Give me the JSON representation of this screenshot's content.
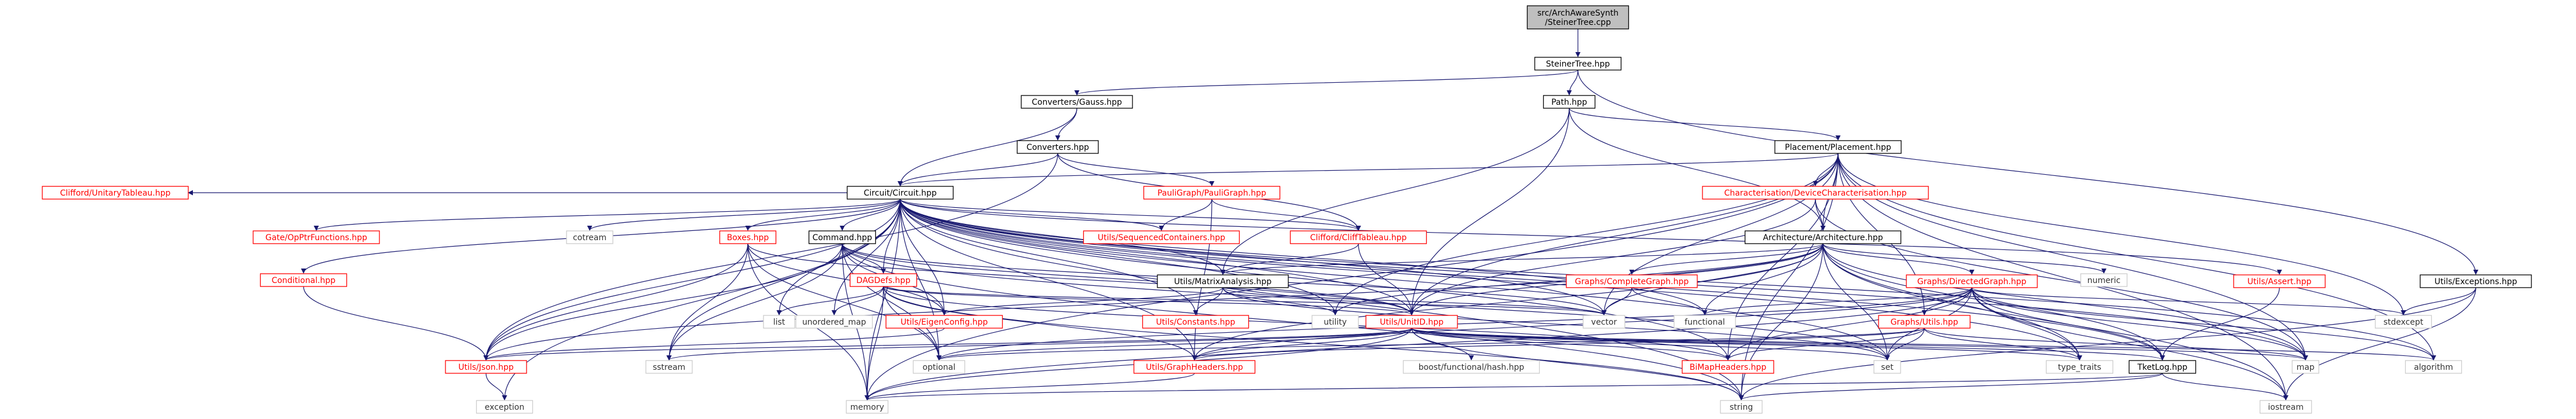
{
  "colors": {
    "edge": "#191970",
    "root_fill": "#bfbfbf",
    "root_text": "#000000",
    "box_stroke_normal": "#000000",
    "box_stroke_truncated": "#ff0000",
    "text_normal": "#000000",
    "text_truncated": "#ff0000",
    "text_external": "#333333"
  },
  "nodes": [
    {
      "id": "root",
      "kind": "root",
      "label": [
        "src/ArchAwareSynth",
        "/SteinerTree.cpp"
      ]
    },
    {
      "id": "steiner_hpp",
      "kind": "normal",
      "label": [
        "SteinerTree.hpp"
      ]
    },
    {
      "id": "gauss",
      "kind": "normal",
      "label": [
        "Converters/Gauss.hpp"
      ]
    },
    {
      "id": "path",
      "kind": "normal",
      "label": [
        "Path.hpp"
      ]
    },
    {
      "id": "converters",
      "kind": "normal",
      "label": [
        "Converters.hpp"
      ]
    },
    {
      "id": "placement",
      "kind": "normal",
      "label": [
        "Placement/Placement.hpp"
      ]
    },
    {
      "id": "unitary",
      "kind": "truncated",
      "label": [
        "Clifford/UnitaryTableau.hpp"
      ]
    },
    {
      "id": "circuit",
      "kind": "normal",
      "label": [
        "Circuit/Circuit.hpp"
      ]
    },
    {
      "id": "pauligraph",
      "kind": "truncated",
      "label": [
        "PauliGraph/PauliGraph.hpp"
      ]
    },
    {
      "id": "characterisation",
      "kind": "truncated",
      "label": [
        "Characterisation/DeviceCharacterisation.hpp"
      ]
    },
    {
      "id": "gate_op",
      "kind": "truncated",
      "label": [
        "Gate/OpPtrFunctions.hpp"
      ]
    },
    {
      "id": "seqcont",
      "kind": "truncated",
      "label": [
        "Utils/SequencedContainers.hpp"
      ]
    },
    {
      "id": "cliff",
      "kind": "truncated",
      "label": [
        "Clifford/CliffTableau.hpp"
      ]
    },
    {
      "id": "architecture",
      "kind": "normal",
      "label": [
        "Architecture/Architecture.hpp"
      ]
    },
    {
      "id": "boxes",
      "kind": "truncated",
      "label": [
        "Boxes.hpp"
      ]
    },
    {
      "id": "command",
      "kind": "normal",
      "label": [
        "Command.hpp"
      ]
    },
    {
      "id": "cotream",
      "kind": "external",
      "label": [
        "cotream"
      ]
    },
    {
      "id": "conditional",
      "kind": "truncated",
      "label": [
        "Conditional.hpp"
      ]
    },
    {
      "id": "dagdefs",
      "kind": "truncated",
      "label": [
        "DAGDefs.hpp"
      ]
    },
    {
      "id": "matrix",
      "kind": "normal",
      "label": [
        "Utils/MatrixAnalysis.hpp"
      ]
    },
    {
      "id": "completegraph",
      "kind": "truncated",
      "label": [
        "Graphs/CompleteGraph.hpp"
      ]
    },
    {
      "id": "directedgraph",
      "kind": "truncated",
      "label": [
        "Graphs/DirectedGraph.hpp"
      ]
    },
    {
      "id": "numeric",
      "kind": "external",
      "label": [
        "numeric"
      ]
    },
    {
      "id": "assert",
      "kind": "truncated",
      "label": [
        "Utils/Assert.hpp"
      ]
    },
    {
      "id": "exceptions",
      "kind": "normal",
      "label": [
        "Utils/Exceptions.hpp"
      ]
    },
    {
      "id": "list",
      "kind": "external",
      "label": [
        "list"
      ]
    },
    {
      "id": "unordered_map",
      "kind": "external",
      "label": [
        "unordered_map"
      ]
    },
    {
      "id": "eigenconfig",
      "kind": "truncated",
      "label": [
        "Utils/EigenConfig.hpp"
      ]
    },
    {
      "id": "constants",
      "kind": "truncated",
      "label": [
        "Utils/Constants.hpp"
      ]
    },
    {
      "id": "utility",
      "kind": "external",
      "label": [
        "utility"
      ]
    },
    {
      "id": "unitid",
      "kind": "truncated",
      "label": [
        "Utils/UnitID.hpp"
      ]
    },
    {
      "id": "vector",
      "kind": "external",
      "label": [
        "vector"
      ]
    },
    {
      "id": "functional",
      "kind": "external",
      "label": [
        "functional"
      ]
    },
    {
      "id": "graphutils",
      "kind": "truncated",
      "label": [
        "Graphs/Utils.hpp"
      ]
    },
    {
      "id": "stdexcept",
      "kind": "external",
      "label": [
        "stdexcept"
      ]
    },
    {
      "id": "json",
      "kind": "truncated",
      "label": [
        "Utils/Json.hpp"
      ]
    },
    {
      "id": "sstream",
      "kind": "external",
      "label": [
        "sstream"
      ]
    },
    {
      "id": "optional",
      "kind": "external",
      "label": [
        "optional"
      ]
    },
    {
      "id": "graphheaders",
      "kind": "truncated",
      "label": [
        "Utils/GraphHeaders.hpp"
      ]
    },
    {
      "id": "boostfunc",
      "kind": "external",
      "label": [
        "boost/functional/hash.hpp"
      ]
    },
    {
      "id": "bimap",
      "kind": "truncated",
      "label": [
        "BiMapHeaders.hpp"
      ]
    },
    {
      "id": "set",
      "kind": "external",
      "label": [
        "set"
      ]
    },
    {
      "id": "tketlog",
      "kind": "normal",
      "label": [
        "TketLog.hpp"
      ]
    },
    {
      "id": "type_traits",
      "kind": "external",
      "label": [
        "type_traits"
      ]
    },
    {
      "id": "map",
      "kind": "external",
      "label": [
        "map"
      ]
    },
    {
      "id": "algorithm",
      "kind": "external",
      "label": [
        "algorithm"
      ]
    },
    {
      "id": "exception",
      "kind": "external",
      "label": [
        "exception"
      ]
    },
    {
      "id": "memory",
      "kind": "external",
      "label": [
        "memory"
      ]
    },
    {
      "id": "string",
      "kind": "external",
      "label": [
        "string"
      ]
    },
    {
      "id": "iostream",
      "kind": "external",
      "label": [
        "iostream"
      ]
    }
  ],
  "edges": [
    [
      "root",
      "steiner_hpp"
    ],
    [
      "steiner_hpp",
      "gauss"
    ],
    [
      "steiner_hpp",
      "path"
    ],
    [
      "steiner_hpp",
      "exceptions"
    ],
    [
      "gauss",
      "converters"
    ],
    [
      "gauss",
      "circuit"
    ],
    [
      "path",
      "placement"
    ],
    [
      "path",
      "architecture"
    ],
    [
      "path",
      "unitid"
    ],
    [
      "path",
      "matrix"
    ],
    [
      "converters",
      "circuit"
    ],
    [
      "converters",
      "pauligraph"
    ],
    [
      "converters",
      "cliff"
    ],
    [
      "converters",
      "json"
    ],
    [
      "placement",
      "circuit"
    ],
    [
      "placement",
      "characterisation"
    ],
    [
      "placement",
      "architecture"
    ],
    [
      "placement",
      "unitid"
    ],
    [
      "placement",
      "bimap"
    ],
    [
      "placement",
      "map"
    ],
    [
      "placement",
      "algorithm"
    ],
    [
      "placement",
      "stdexcept"
    ],
    [
      "placement",
      "string"
    ],
    [
      "placement",
      "iostream"
    ],
    [
      "placement",
      "graphutils"
    ],
    [
      "placement",
      "utility"
    ],
    [
      "placement",
      "vector"
    ],
    [
      "placement",
      "memory"
    ],
    [
      "circuit",
      "unitary"
    ],
    [
      "circuit",
      "gate_op"
    ],
    [
      "circuit",
      "seqcont"
    ],
    [
      "circuit",
      "cliff"
    ],
    [
      "circuit",
      "boxes"
    ],
    [
      "circuit",
      "command"
    ],
    [
      "circuit",
      "cotream"
    ],
    [
      "circuit",
      "conditional"
    ],
    [
      "circuit",
      "dagdefs"
    ],
    [
      "circuit",
      "matrix"
    ],
    [
      "circuit",
      "assert"
    ],
    [
      "circuit",
      "json"
    ],
    [
      "circuit",
      "list"
    ],
    [
      "circuit",
      "unordered_map"
    ],
    [
      "circuit",
      "eigenconfig"
    ],
    [
      "circuit",
      "constants"
    ],
    [
      "circuit",
      "utility"
    ],
    [
      "circuit",
      "unitid"
    ],
    [
      "circuit",
      "vector"
    ],
    [
      "circuit",
      "functional"
    ],
    [
      "circuit",
      "graphheaders"
    ],
    [
      "circuit",
      "optional"
    ],
    [
      "circuit",
      "sstream"
    ],
    [
      "circuit",
      "bimap"
    ],
    [
      "circuit",
      "set"
    ],
    [
      "circuit",
      "tketlog"
    ],
    [
      "circuit",
      "type_traits"
    ],
    [
      "circuit",
      "map"
    ],
    [
      "circuit",
      "algorithm"
    ],
    [
      "circuit",
      "exception"
    ],
    [
      "circuit",
      "memory"
    ],
    [
      "circuit",
      "string"
    ],
    [
      "pauligraph",
      "seqcont"
    ],
    [
      "pauligraph",
      "cliff"
    ],
    [
      "pauligraph",
      "graphheaders"
    ],
    [
      "characterisation",
      "architecture"
    ],
    [
      "characterisation",
      "map"
    ],
    [
      "characterisation",
      "unitid"
    ],
    [
      "cliff",
      "matrix"
    ],
    [
      "cliff",
      "unitid"
    ],
    [
      "architecture",
      "completegraph"
    ],
    [
      "architecture",
      "directedgraph"
    ],
    [
      "architecture",
      "numeric"
    ],
    [
      "architecture",
      "matrix"
    ],
    [
      "architecture",
      "unitid"
    ],
    [
      "architecture",
      "json"
    ],
    [
      "architecture",
      "vector"
    ],
    [
      "architecture",
      "utility"
    ],
    [
      "architecture",
      "functional"
    ],
    [
      "architecture",
      "set"
    ],
    [
      "architecture",
      "graphheaders"
    ],
    [
      "architecture",
      "tketlog"
    ],
    [
      "architecture",
      "type_traits"
    ],
    [
      "architecture",
      "map"
    ],
    [
      "architecture",
      "string"
    ],
    [
      "architecture",
      "iostream"
    ],
    [
      "boxes",
      "json"
    ],
    [
      "boxes",
      "unitid"
    ],
    [
      "boxes",
      "eigenconfig"
    ],
    [
      "boxes",
      "memory"
    ],
    [
      "boxes",
      "optional"
    ],
    [
      "boxes",
      "sstream"
    ],
    [
      "command",
      "dagdefs"
    ],
    [
      "command",
      "unitid"
    ],
    [
      "command",
      "json"
    ],
    [
      "command",
      "eigenconfig"
    ],
    [
      "command",
      "optional"
    ],
    [
      "command",
      "set"
    ],
    [
      "command",
      "sstream"
    ],
    [
      "command",
      "string"
    ],
    [
      "command",
      "vector"
    ],
    [
      "command",
      "memory"
    ],
    [
      "conditional",
      "json"
    ],
    [
      "dagdefs",
      "unordered_map"
    ],
    [
      "dagdefs",
      "graphheaders"
    ],
    [
      "dagdefs",
      "list"
    ],
    [
      "dagdefs",
      "vector"
    ],
    [
      "dagdefs",
      "optional"
    ],
    [
      "dagdefs",
      "unitid"
    ],
    [
      "dagdefs",
      "bimap"
    ],
    [
      "dagdefs",
      "memory"
    ],
    [
      "dagdefs",
      "string"
    ],
    [
      "matrix",
      "eigenconfig"
    ],
    [
      "matrix",
      "constants"
    ],
    [
      "matrix",
      "utility"
    ],
    [
      "matrix",
      "vector"
    ],
    [
      "matrix",
      "set"
    ],
    [
      "completegraph",
      "vector"
    ],
    [
      "completegraph",
      "functional"
    ],
    [
      "directedgraph",
      "graphutils"
    ],
    [
      "directedgraph",
      "bimap"
    ],
    [
      "directedgraph",
      "set"
    ],
    [
      "directedgraph",
      "type_traits"
    ],
    [
      "directedgraph",
      "map"
    ],
    [
      "directedgraph",
      "algorithm"
    ],
    [
      "directedgraph",
      "optional"
    ],
    [
      "directedgraph",
      "memory"
    ],
    [
      "directedgraph",
      "iostream"
    ],
    [
      "directedgraph",
      "stdexcept"
    ],
    [
      "directedgraph",
      "functional"
    ],
    [
      "directedgraph",
      "graphheaders"
    ],
    [
      "directedgraph",
      "tketlog"
    ],
    [
      "assert",
      "tketlog"
    ],
    [
      "exceptions",
      "stdexcept"
    ],
    [
      "exceptions",
      "string"
    ],
    [
      "exceptions",
      "iostream"
    ],
    [
      "eigenconfig",
      "json"
    ],
    [
      "unitid",
      "json"
    ],
    [
      "unitid",
      "boostfunc"
    ],
    [
      "unitid",
      "graphheaders"
    ],
    [
      "unitid",
      "bimap"
    ],
    [
      "unitid",
      "map"
    ],
    [
      "unitid",
      "tketlog"
    ],
    [
      "unitid",
      "optional"
    ],
    [
      "unitid",
      "sstream"
    ],
    [
      "unitid",
      "memory"
    ],
    [
      "unitid",
      "string"
    ],
    [
      "unitid",
      "set"
    ],
    [
      "unitid",
      "type_traits"
    ],
    [
      "unitid",
      "algorithm"
    ],
    [
      "graphutils",
      "graphheaders"
    ],
    [
      "graphutils",
      "bimap"
    ],
    [
      "graphutils",
      "set"
    ],
    [
      "graphutils",
      "type_traits"
    ],
    [
      "graphutils",
      "map"
    ],
    [
      "graphutils",
      "optional"
    ],
    [
      "json",
      "exception"
    ],
    [
      "graphheaders",
      "memory"
    ],
    [
      "tketlog",
      "memory"
    ],
    [
      "tketlog",
      "string"
    ],
    [
      "tketlog",
      "iostream"
    ]
  ]
}
